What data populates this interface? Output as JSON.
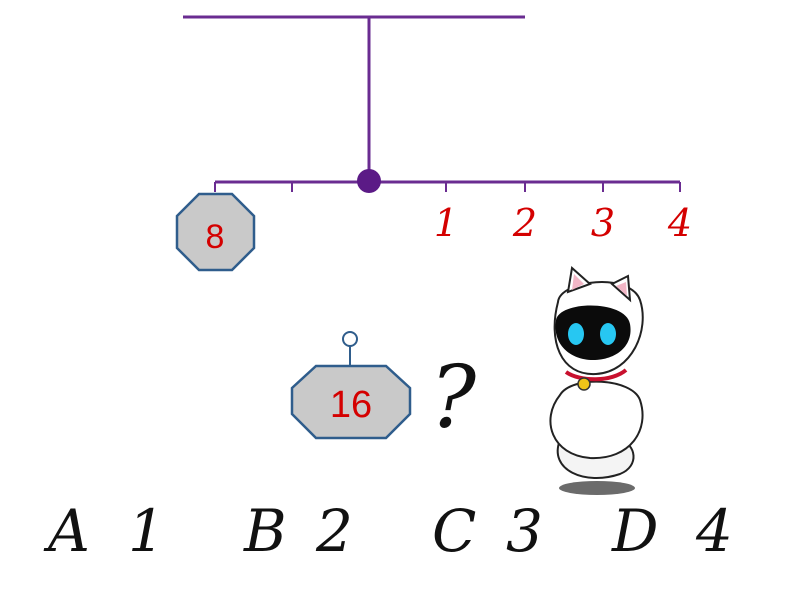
{
  "beam": {
    "left_weight_label": "8",
    "right_marks": [
      "1",
      "2",
      "3",
      "4"
    ]
  },
  "question": {
    "hanging_weight_label": "16",
    "symbol": "?"
  },
  "options": [
    {
      "letter": "A",
      "value": "1"
    },
    {
      "letter": "B",
      "value": "2"
    },
    {
      "letter": "C",
      "value": "3"
    },
    {
      "letter": "D",
      "value": "4"
    }
  ],
  "colors": {
    "beam": "#6a2c91",
    "mark_text": "#d40000",
    "weight_fill": "#c9c9c9",
    "weight_stroke": "#2f5d8c",
    "pivot": "#5b1a86"
  },
  "icons": [
    "robot-cat-icon"
  ]
}
